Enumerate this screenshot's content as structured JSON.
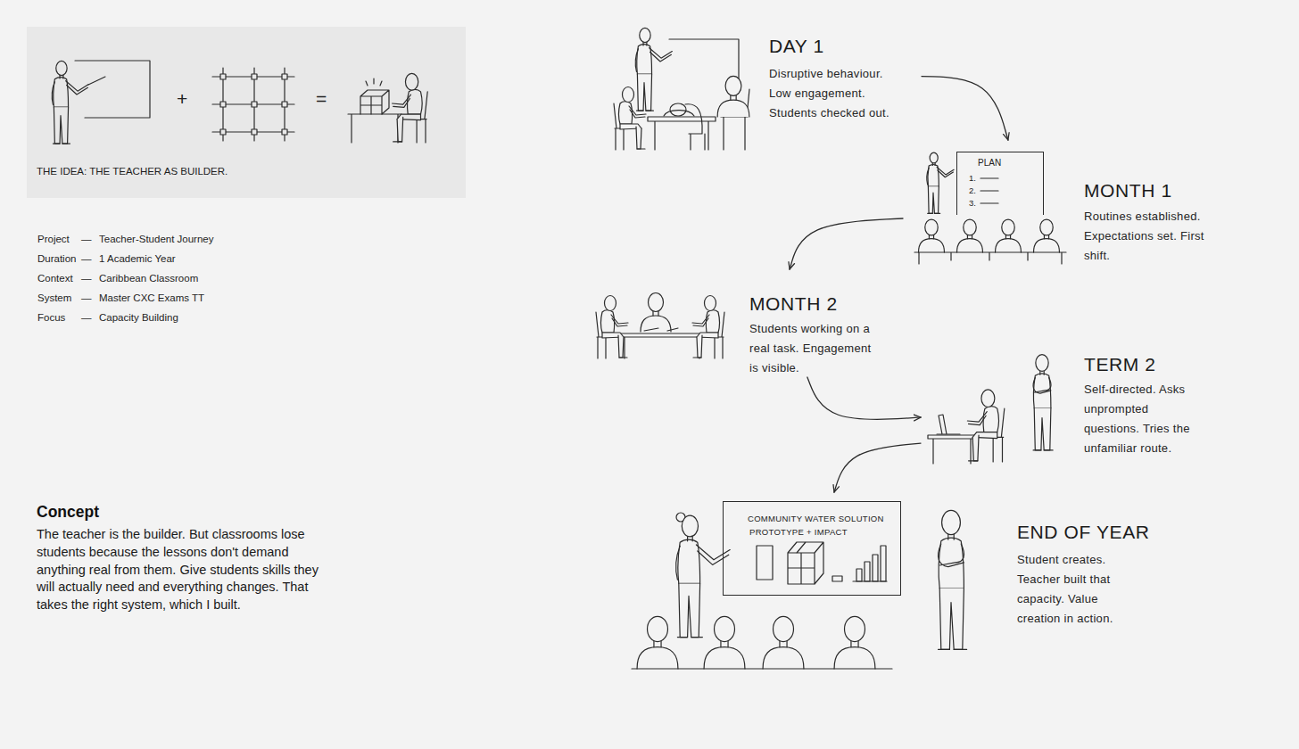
{
  "diagram": {
    "nodes": [
      {
        "text": [
          "+",
          "=",
          "THE IDEA: THE TEACHER AS BUILDER."
        ]
      },
      {
        "text": [
          "DAY 1",
          "Disruptive behaviour. Low engagement. Students checked out."
        ]
      },
      {
        "text": [
          "MONTH 1",
          "Routines established. Expectations set. First shift."
        ]
      },
      {
        "text": [
          "PLAN",
          "1.",
          "2.",
          "3."
        ],
        "in": 2
      },
      {
        "text": [
          "MONTH 2",
          "Students working on a real task. Engagement is visible."
        ]
      },
      {
        "text": [
          "TERM 2",
          "Self-directed. Asks unprompted questions. Tries the unfamiliar route."
        ]
      },
      {
        "text": [
          "END OF YEAR",
          "Student creates. Teacher built that capacity. Value creation in action."
        ]
      },
      {
        "text": [
          "COMMUNITY WATER SOLUTION",
          "PROTOTYPE + IMPACT"
        ],
        "in": 6
      }
    ],
    "edges": [
      {
        "from": 1,
        "to": 2,
        "arrow": "to"
      },
      {
        "from": 2,
        "to": 4,
        "arrow": "to"
      },
      {
        "from": 4,
        "to": 5,
        "arrow": "to"
      },
      {
        "from": 5,
        "to": 6,
        "arrow": "to"
      }
    ],
    "labels": [
      "Project",
      "—",
      "Teacher-Student Journey",
      "Duration",
      "—",
      "1 Academic Year",
      "Context",
      "—",
      "Caribbean Classroom",
      "System",
      "—",
      "Master CXC Exams TT",
      "Focus",
      "—",
      "Capacity Building",
      "Concept",
      "The teacher is the builder. But classrooms lose students because the lessons don't demand anything real from them. Give students skills they will actually need and everything changes. That takes the right system, which I built."
    ]
  }
}
